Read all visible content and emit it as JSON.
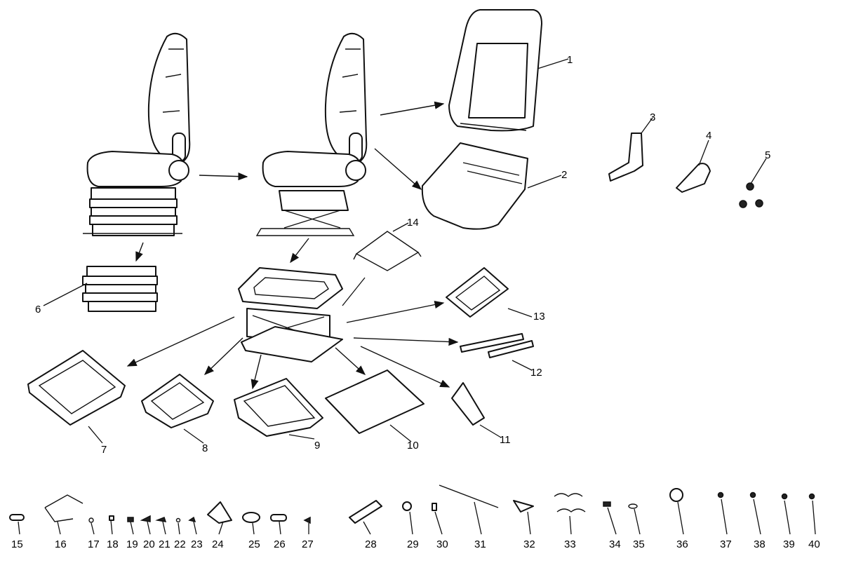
{
  "callouts": [
    "1",
    "2",
    "3",
    "4",
    "5",
    "6",
    "7",
    "8",
    "9",
    "10",
    "11",
    "12",
    "13",
    "14",
    "15",
    "16",
    "17",
    "18",
    "19",
    "20",
    "21",
    "22",
    "23",
    "24",
    "25",
    "26",
    "27",
    "28",
    "29",
    "30",
    "31",
    "32",
    "33",
    "34",
    "35",
    "36",
    "37",
    "38",
    "39",
    "40"
  ]
}
